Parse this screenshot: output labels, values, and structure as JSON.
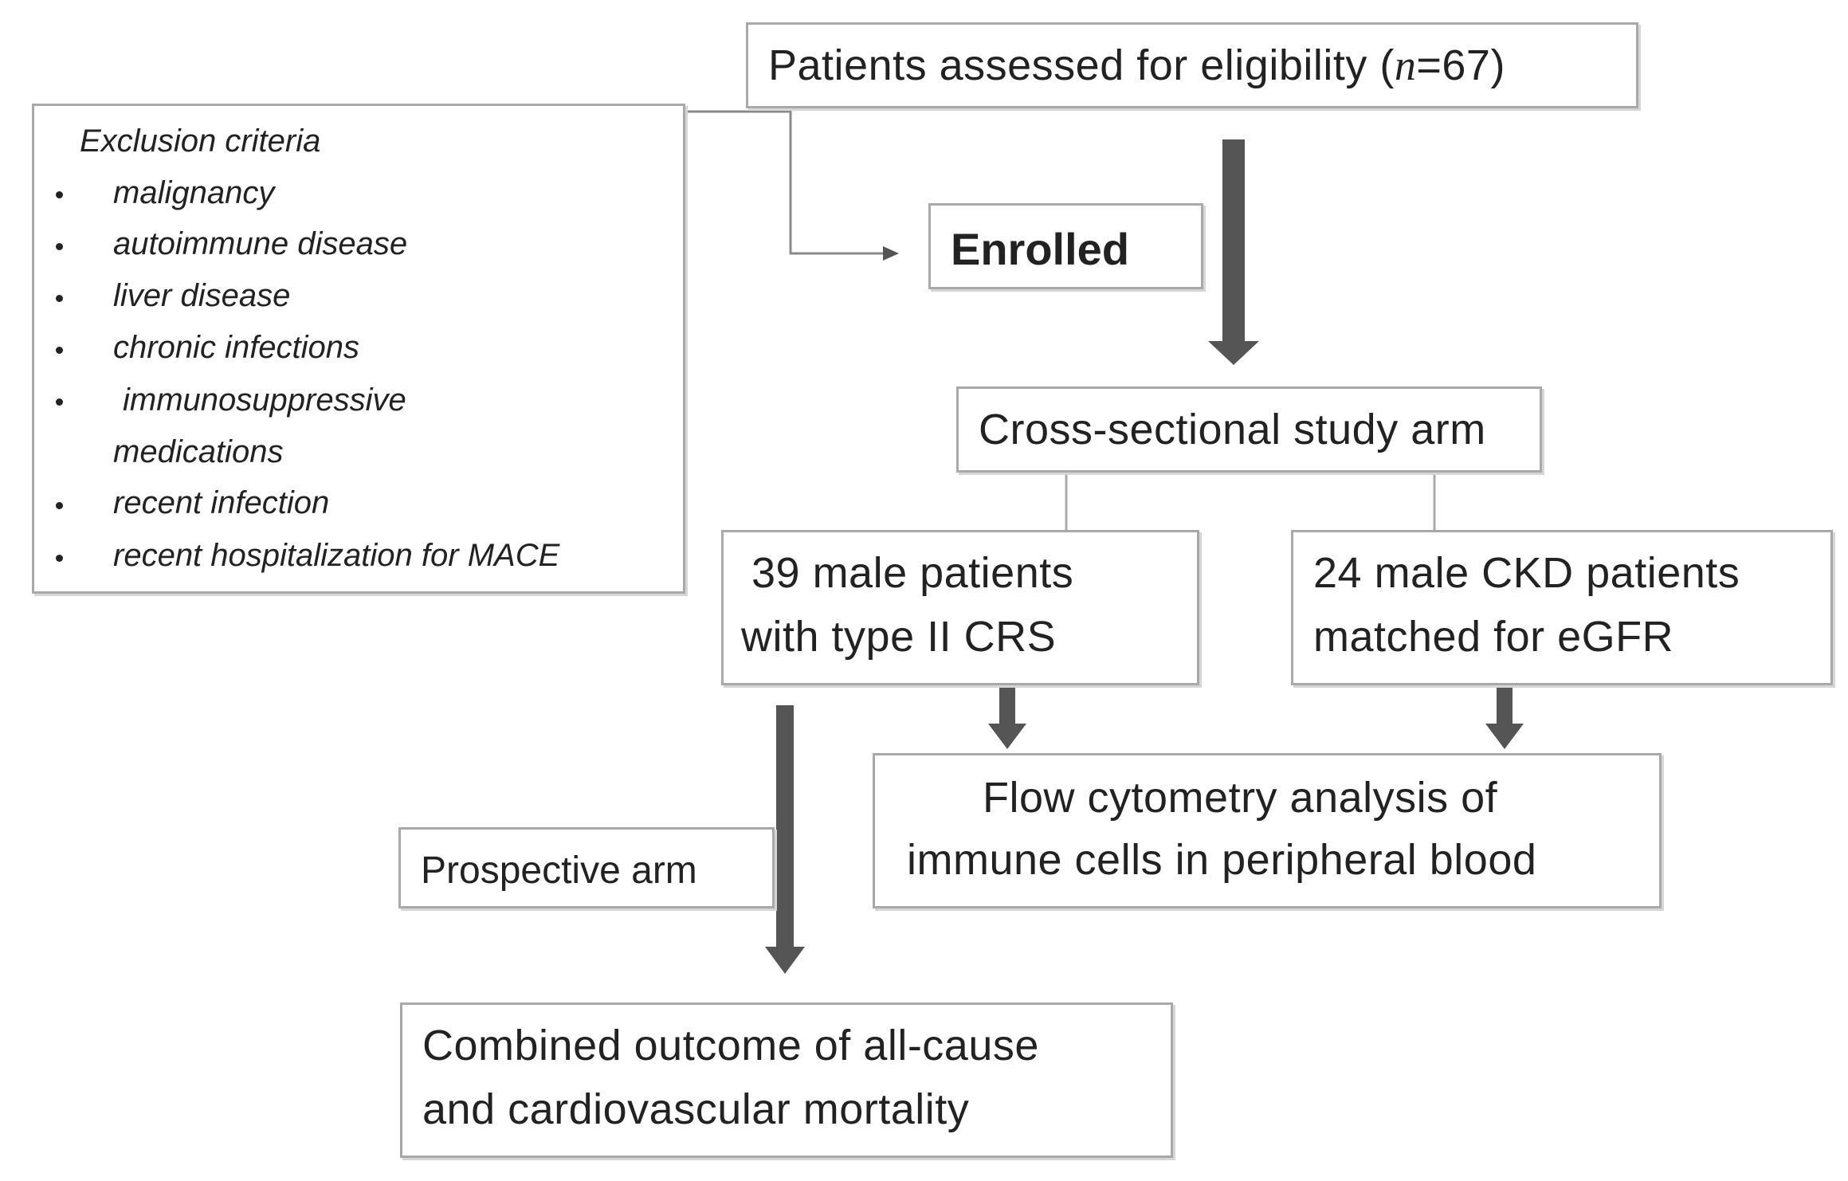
{
  "eligibility": {
    "prefix": "Patients assessed for eligibility (",
    "n_symbol": "n",
    "suffix": "=67)"
  },
  "enrolled": "Enrolled",
  "exclusion": {
    "title": "Exclusion criteria",
    "items": [
      "malignancy",
      "autoimmune disease",
      "liver disease",
      "chronic infections",
      "immunosuppressive",
      "medications",
      "recent infection",
      "recent hospitalization for MACE"
    ]
  },
  "cross_sectional": "Cross-sectional study arm",
  "group_crs": {
    "line1": "39 male patients",
    "line2": "with type II CRS"
  },
  "group_ckd": {
    "line1": "24 male CKD patients",
    "line2": "matched for eGFR"
  },
  "flow_cytometry": {
    "line1": "Flow cytometry analysis of",
    "line2": "immune cells in peripheral blood"
  },
  "prospective": "Prospective arm",
  "outcome": {
    "line1": "Combined outcome of all-cause",
    "line2": "and cardiovascular mortality"
  },
  "colors": {
    "arrow": "#555555",
    "border": "#a9a9a9",
    "text": "#222222"
  }
}
